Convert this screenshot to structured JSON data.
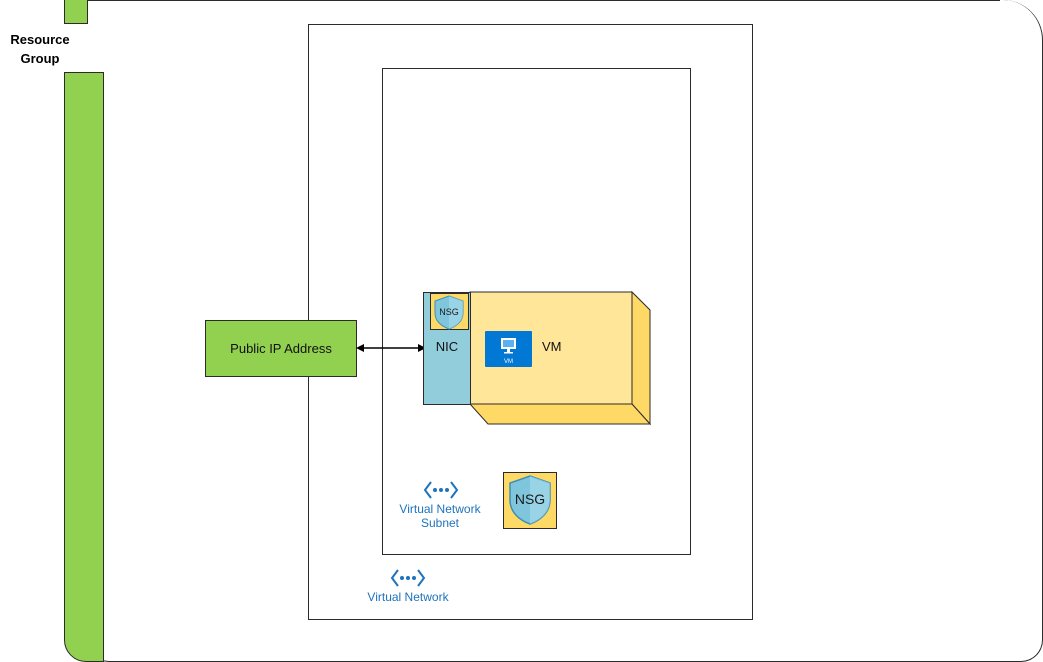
{
  "resource_group": {
    "label": "Resource Group"
  },
  "public_ip": {
    "label": "Public IP Address"
  },
  "nic": {
    "label": "NIC",
    "nsg_badge": "NSG"
  },
  "vm": {
    "label": "VM",
    "icon_caption": "VM"
  },
  "subnet": {
    "label_line1": "Virtual Network",
    "label_line2": "Subnet",
    "nsg_badge": "NSG"
  },
  "vnet": {
    "label": "Virtual Network"
  },
  "colors": {
    "resource_group": "#92D050",
    "public_ip": "#92D050",
    "nic": "#92CDDC",
    "vm": "#FFE699",
    "vm_side": "#FFD966",
    "azure_blue": "#1e73be",
    "nsg_shield": "#7FC6DC"
  }
}
